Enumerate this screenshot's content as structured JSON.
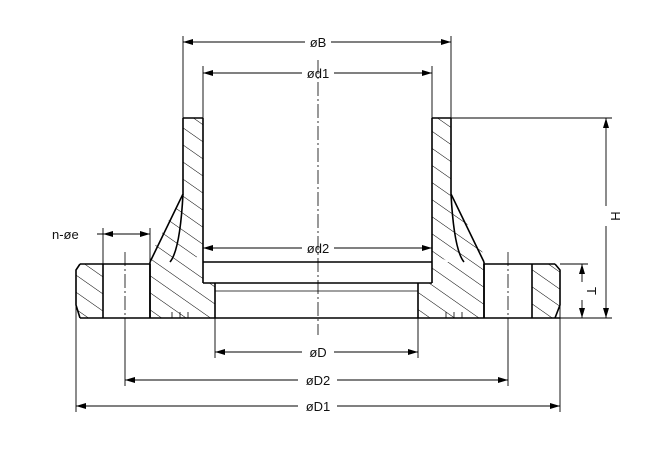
{
  "labels": {
    "B": "øB",
    "d1": "ød1",
    "d2": "ød2",
    "D": "øD",
    "D2": "øD2",
    "D1": "øD1",
    "hole": "n-øe",
    "H": "H",
    "T": "T"
  },
  "colors": {
    "line": "#000000",
    "background": "#ffffff"
  }
}
